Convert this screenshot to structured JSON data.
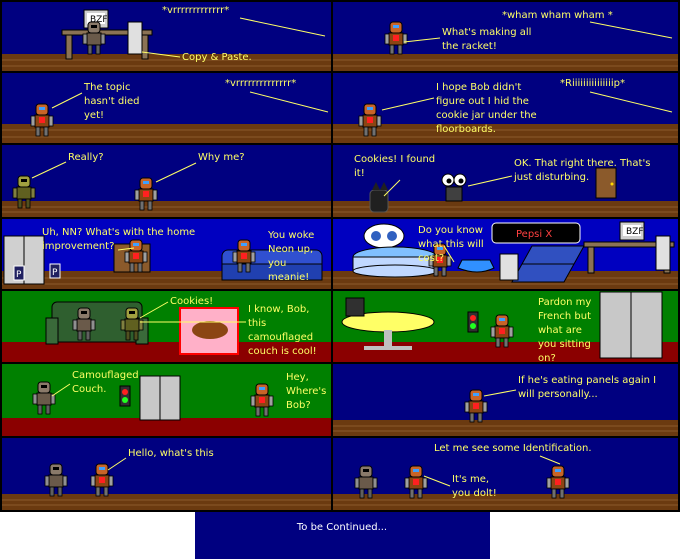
{
  "colors": {
    "night": "#000080",
    "blue": "#0000c0",
    "green": "#008000",
    "floor": "#6b3a10",
    "plank": "#8b5a2b",
    "red_floor": "#8b0000",
    "caption": "#ffff66",
    "pointer": "#ffff66",
    "gutter": "#000000",
    "pink": "#ffb0c8"
  },
  "panels": [
    {
      "bg": "night",
      "texts": [
        "*vrrrrrrrrrrrrr*",
        "Copy  & Paste."
      ]
    },
    {
      "bg": "night",
      "texts": [
        "*wham wham wham *",
        "What's making all",
        "the racket!"
      ]
    },
    {
      "bg": "night",
      "texts": [
        "The topic",
        "hasn't died",
        "yet!",
        "*vrrrrrrrrrrrrrr*"
      ]
    },
    {
      "bg": "night",
      "texts": [
        "I hope Bob didn't",
        "figure out I hid the",
        "cookie jar under the",
        "floorboards.",
        "*Riiiiiiiiiiiiiiip*"
      ]
    },
    {
      "bg": "night",
      "texts": [
        "Really?",
        "Why me?"
      ]
    },
    {
      "bg": "night",
      "texts": [
        "Cookies! I found",
        "it!",
        "OK. That right there. That's",
        "just disturbing."
      ]
    },
    {
      "bg": "blue",
      "texts": [
        "Uh, NN? What's with the home",
        "improvement?",
        "You woke",
        "Neon up,",
        "you",
        "meanie!"
      ]
    },
    {
      "bg": "blue",
      "texts": [
        "Do you know",
        "what this will",
        "cost?",
        "Pepsi X"
      ]
    },
    {
      "bg": "green",
      "texts": [
        "Cookies!",
        "I know, Bob,",
        "this",
        "camouflaged",
        "couch is cool!"
      ]
    },
    {
      "bg": "green",
      "texts": [
        "Pardon my",
        "French but",
        "what are",
        "you sitting",
        "on?"
      ]
    },
    {
      "bg": "green",
      "texts": [
        "Camouflaged",
        "Couch.",
        "Hey,",
        "Where's",
        "Bob?"
      ]
    },
    {
      "bg": "night",
      "texts": [
        "If he's eating panels  again I",
        "will personally..."
      ]
    },
    {
      "bg": "night",
      "texts": [
        "Hello, what's this"
      ]
    },
    {
      "bg": "night",
      "texts": [
        "Let me see some Identification.",
        "It's me,",
        "you dolt!"
      ]
    }
  ],
  "signs": {
    "bzf": "BZF",
    "p": "P"
  },
  "footer": {
    "text": "To be Continued..."
  }
}
